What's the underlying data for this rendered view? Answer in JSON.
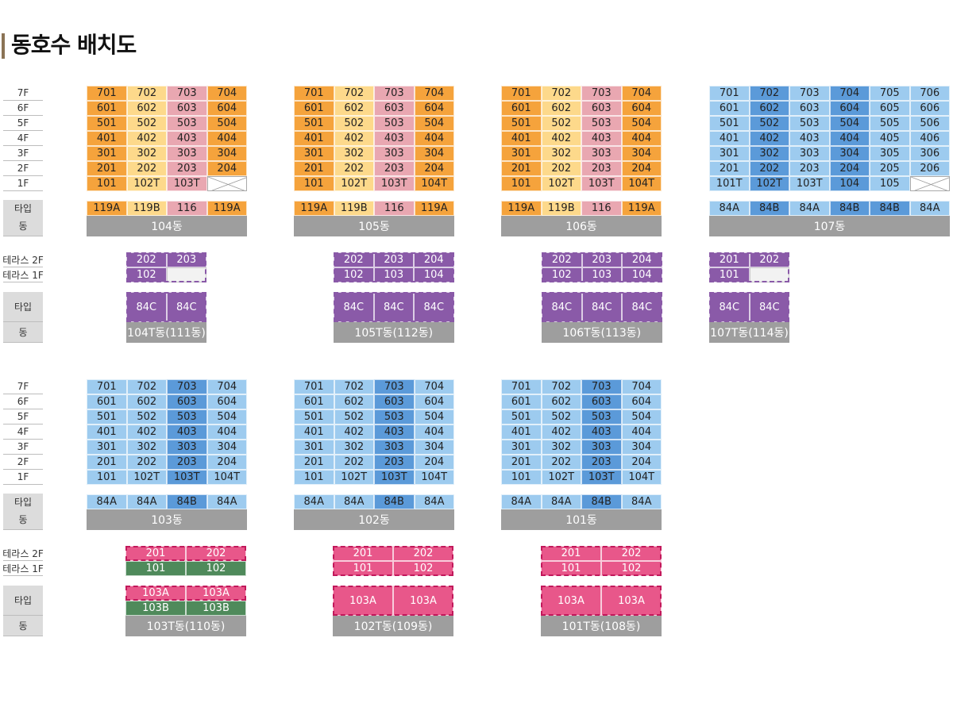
{
  "title": "동호수 배치도",
  "labels": {
    "floors": [
      "7F",
      "6F",
      "5F",
      "4F",
      "3F",
      "2F",
      "1F"
    ],
    "type": "타입",
    "dong": "동",
    "terrace2": "테라스 2F",
    "terrace1": "테라스 1F"
  },
  "colors": {
    "orange": "#f5a33c",
    "yellow": "#fdd98b",
    "pink": "#e9a7b1",
    "light_blue": "#9dcbef",
    "mid_blue": "#5b9ad9",
    "purple": "#8a5aa8",
    "magenta": "#e8578a",
    "green": "#4f8a5b",
    "gray": "#9e9e9e",
    "label_gray": "#dcdcdc"
  },
  "top_buildings": [
    {
      "name": "104동",
      "columns": 4,
      "col_colors": [
        "orange",
        "yellow",
        "pink",
        "orange"
      ],
      "rows": [
        [
          "701",
          "702",
          "703",
          "704"
        ],
        [
          "601",
          "602",
          "603",
          "604"
        ],
        [
          "501",
          "502",
          "503",
          "504"
        ],
        [
          "401",
          "402",
          "403",
          "404"
        ],
        [
          "301",
          "302",
          "303",
          "304"
        ],
        [
          "201",
          "202",
          "203",
          "204"
        ],
        [
          "101",
          "102T",
          "103T",
          ""
        ]
      ],
      "types": [
        "119A",
        "119B",
        "116",
        "119A"
      ]
    },
    {
      "name": "105동",
      "columns": 4,
      "col_colors": [
        "orange",
        "yellow",
        "pink",
        "orange"
      ],
      "rows": [
        [
          "701",
          "702",
          "703",
          "704"
        ],
        [
          "601",
          "602",
          "603",
          "604"
        ],
        [
          "501",
          "502",
          "503",
          "504"
        ],
        [
          "401",
          "402",
          "403",
          "404"
        ],
        [
          "301",
          "302",
          "303",
          "304"
        ],
        [
          "201",
          "202",
          "203",
          "204"
        ],
        [
          "101",
          "102T",
          "103T",
          "104T"
        ]
      ],
      "types": [
        "119A",
        "119B",
        "116",
        "119A"
      ]
    },
    {
      "name": "106동",
      "columns": 4,
      "col_colors": [
        "orange",
        "yellow",
        "pink",
        "orange"
      ],
      "rows": [
        [
          "701",
          "702",
          "703",
          "704"
        ],
        [
          "601",
          "602",
          "603",
          "604"
        ],
        [
          "501",
          "502",
          "503",
          "504"
        ],
        [
          "401",
          "402",
          "403",
          "404"
        ],
        [
          "301",
          "302",
          "303",
          "304"
        ],
        [
          "201",
          "202",
          "203",
          "204"
        ],
        [
          "101",
          "102T",
          "103T",
          "104T"
        ]
      ],
      "types": [
        "119A",
        "119B",
        "116",
        "119A"
      ]
    },
    {
      "name": "107동",
      "columns": 6,
      "col_colors": [
        "light_blue",
        "mid_blue",
        "light_blue",
        "mid_blue",
        "light_blue",
        "light_blue"
      ],
      "rows": [
        [
          "701",
          "702",
          "703",
          "704",
          "705",
          "706"
        ],
        [
          "601",
          "602",
          "603",
          "604",
          "605",
          "606"
        ],
        [
          "501",
          "502",
          "503",
          "504",
          "505",
          "506"
        ],
        [
          "401",
          "402",
          "403",
          "404",
          "405",
          "406"
        ],
        [
          "301",
          "302",
          "303",
          "304",
          "305",
          "306"
        ],
        [
          "201",
          "202",
          "203",
          "204",
          "205",
          "206"
        ],
        [
          "101T",
          "102T",
          "103T",
          "104",
          "105",
          ""
        ]
      ],
      "type_colors": [
        "light_blue",
        "mid_blue",
        "light_blue",
        "mid_blue",
        "mid_blue",
        "light_blue"
      ],
      "types": [
        "84A",
        "84B",
        "84A",
        "84B",
        "84B",
        "84A"
      ]
    }
  ],
  "top_terraces": [
    {
      "name": "104T동(111동)",
      "row2": [
        "202",
        "203"
      ],
      "row1": [
        "102",
        ""
      ],
      "types": [
        "84C",
        "84C"
      ]
    },
    {
      "name": "105T동(112동)",
      "row2": [
        "202",
        "203",
        "204"
      ],
      "row1": [
        "102",
        "103",
        "104"
      ],
      "types": [
        "84C",
        "84C",
        "84C"
      ]
    },
    {
      "name": "106T동(113동)",
      "row2": [
        "202",
        "203",
        "204"
      ],
      "row1": [
        "102",
        "103",
        "104"
      ],
      "types": [
        "84C",
        "84C",
        "84C"
      ]
    },
    {
      "name": "107T동(114동)",
      "row2": [
        "201",
        "202"
      ],
      "row1": [
        "101",
        ""
      ],
      "types": [
        "84C",
        "84C"
      ]
    }
  ],
  "bottom_buildings": [
    {
      "name": "103동",
      "columns": 4,
      "col_colors": [
        "light_blue",
        "light_blue",
        "mid_blue",
        "light_blue"
      ],
      "rows": [
        [
          "701",
          "702",
          "703",
          "704"
        ],
        [
          "601",
          "602",
          "603",
          "604"
        ],
        [
          "501",
          "502",
          "503",
          "504"
        ],
        [
          "401",
          "402",
          "403",
          "404"
        ],
        [
          "301",
          "302",
          "303",
          "304"
        ],
        [
          "201",
          "202",
          "203",
          "204"
        ],
        [
          "101",
          "102T",
          "103T",
          "104T"
        ]
      ],
      "types": [
        "84A",
        "84A",
        "84B",
        "84A"
      ]
    },
    {
      "name": "102동",
      "columns": 4,
      "col_colors": [
        "light_blue",
        "light_blue",
        "mid_blue",
        "light_blue"
      ],
      "rows": [
        [
          "701",
          "702",
          "703",
          "704"
        ],
        [
          "601",
          "602",
          "603",
          "604"
        ],
        [
          "501",
          "502",
          "503",
          "504"
        ],
        [
          "401",
          "402",
          "403",
          "404"
        ],
        [
          "301",
          "302",
          "303",
          "304"
        ],
        [
          "201",
          "202",
          "203",
          "204"
        ],
        [
          "101",
          "102T",
          "103T",
          "104T"
        ]
      ],
      "types": [
        "84A",
        "84A",
        "84B",
        "84A"
      ]
    },
    {
      "name": "101동",
      "columns": 4,
      "col_colors": [
        "light_blue",
        "light_blue",
        "mid_blue",
        "light_blue"
      ],
      "rows": [
        [
          "701",
          "702",
          "703",
          "704"
        ],
        [
          "601",
          "602",
          "603",
          "604"
        ],
        [
          "501",
          "502",
          "503",
          "504"
        ],
        [
          "401",
          "402",
          "403",
          "404"
        ],
        [
          "301",
          "302",
          "303",
          "304"
        ],
        [
          "201",
          "202",
          "203",
          "204"
        ],
        [
          "101",
          "102T",
          "103T",
          "104T"
        ]
      ],
      "types": [
        "84A",
        "84A",
        "84B",
        "84A"
      ]
    }
  ],
  "bottom_terraces": [
    {
      "name": "103T동(110동)",
      "row2": [
        "201",
        "202"
      ],
      "row1": [
        "101",
        "102"
      ],
      "row1_color": "green",
      "types": [
        "103A",
        "103A"
      ],
      "types2": [
        "103B",
        "103B"
      ]
    },
    {
      "name": "102T동(109동)",
      "row2": [
        "201",
        "202"
      ],
      "row1": [
        "101",
        "102"
      ],
      "row1_color": "magenta",
      "types": [
        "103A",
        "103A"
      ]
    },
    {
      "name": "101T동(108동)",
      "row2": [
        "201",
        "202"
      ],
      "row1": [
        "101",
        "102"
      ],
      "row1_color": "magenta",
      "types": [
        "103A",
        "103A"
      ]
    }
  ]
}
